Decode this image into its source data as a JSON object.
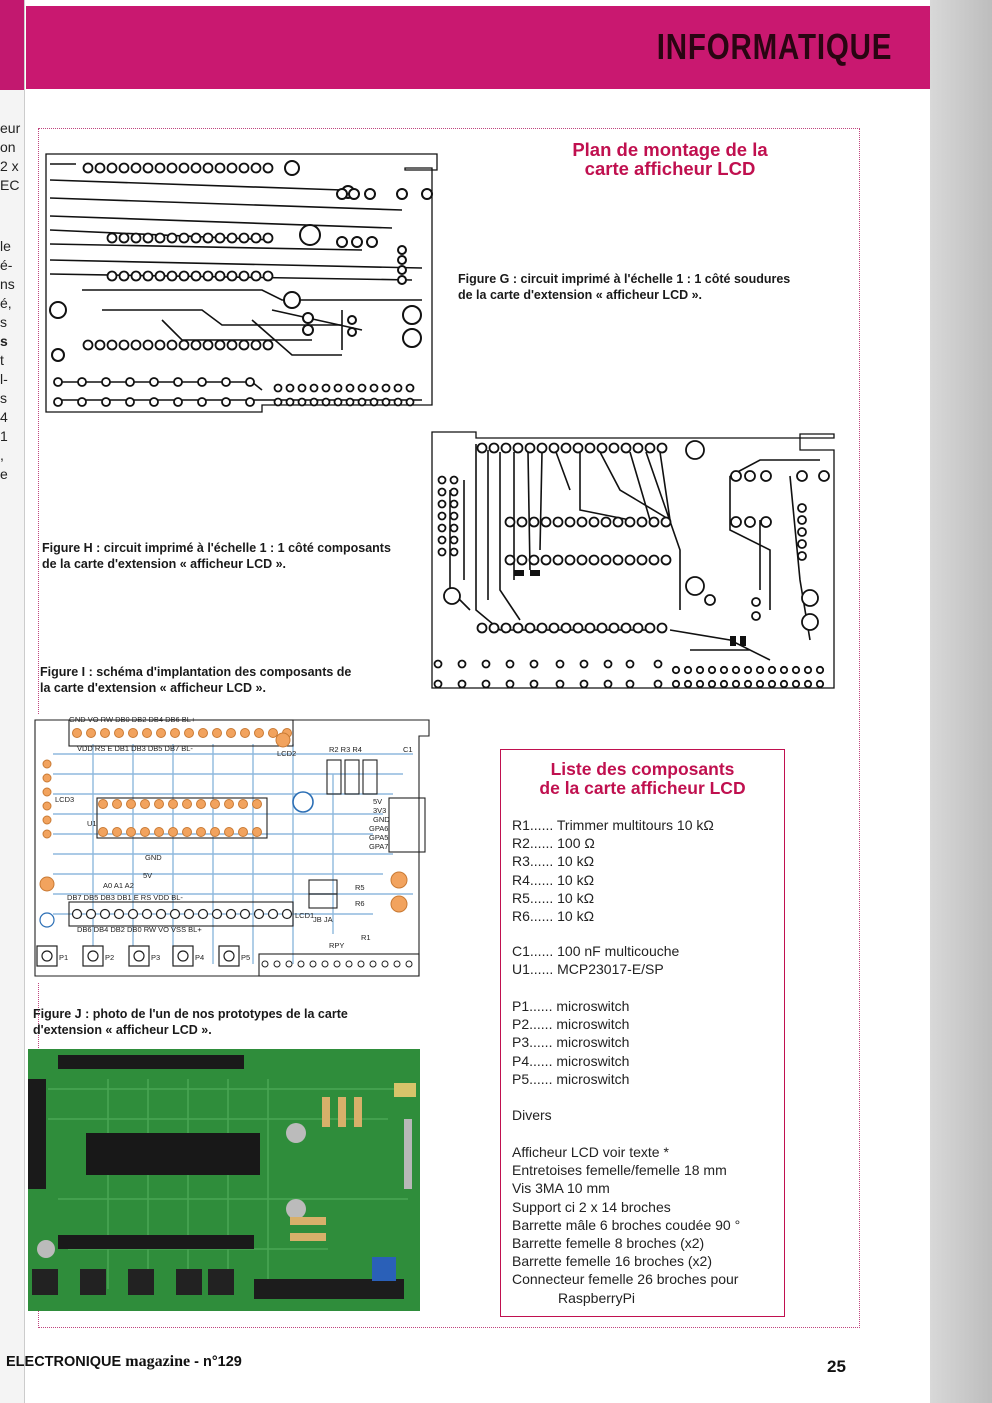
{
  "header": {
    "section": "INFORMATIQUE"
  },
  "left_fragments": [
    "eur",
    "on",
    "2 x",
    "EC",
    "",
    "le",
    "é-",
    "ns",
    "é,",
    "s",
    "s",
    "t",
    "l-",
    "s",
    "4",
    "1",
    ",",
    "e"
  ],
  "plan_title": {
    "line1": "Plan de montage de la",
    "line2": "carte afficheur LCD"
  },
  "figures": {
    "g": {
      "line1": "Figure G : circuit imprimé à l'échelle 1 : 1 côté soudures",
      "line2": "de la carte d'extension « afficheur LCD »."
    },
    "h": {
      "line1": "Figure H : circuit imprimé à l'échelle 1 : 1 côté composants",
      "line2": "de la carte d'extension « afficheur LCD »."
    },
    "i": {
      "line1": "Figure I : schéma d'implantation des composants de",
      "line2": "la carte d'extension « afficheur LCD »."
    },
    "j": {
      "line1": "Figure J : photo de l'un de nos prototypes de la carte",
      "line2": "d'extension « afficheur LCD »."
    }
  },
  "board_labels": {
    "top_row": "GND   VO    RW   DB0  DB2  DB4  DB6  BL+",
    "second_row": "VDD   RS    E    DB1  DB3  DB5  DB7  BL-",
    "bottom_row1": "DB7  DB5  DB3  DB1   E    RS   VDD  BL-",
    "bottom_row2": "DB6  DB4  DB2  DB0   RW   VO   VSS  BL+",
    "lcd1": "LCD1",
    "lcd2": "LCD2",
    "lcd3": "LCD3",
    "u1": "U1",
    "gnd": "GND",
    "addr": "A0  A1  A2",
    "v5": "5V",
    "gpio": [
      "5V",
      "3V3",
      "GND",
      "GPA6",
      "GPA5",
      "GPA7"
    ],
    "r_top": "R2  R3  R4",
    "c1": "C1",
    "r5": "R5",
    "r6": "R6",
    "jb_ja": "JB  JA",
    "rpy": "RPY",
    "r1": "R1",
    "switches": [
      "P1",
      "P2",
      "P3",
      "P4",
      "P5"
    ]
  },
  "component_list": {
    "title": {
      "line1": "Liste des composants",
      "line2": "de la carte afficheur LCD"
    },
    "resistors": [
      "R1...... Trimmer multitours 10 kΩ",
      "R2...... 100 Ω",
      "R3...... 10 kΩ",
      "R4...... 10 kΩ",
      "R5...... 10 kΩ",
      "R6...... 10 kΩ"
    ],
    "others": [
      "C1...... 100 nF multicouche",
      "U1...... MCP23017-E/SP"
    ],
    "switches": [
      "P1...... microswitch",
      "P2...... microswitch",
      "P3...... microswitch",
      "P4...... microswitch",
      "P5...... microswitch"
    ],
    "divers_label": "Divers",
    "divers": [
      "Afficheur LCD voir texte *",
      "Entretoises femelle/femelle 18 mm",
      "Vis 3MA 10 mm",
      "Support ci 2 x 14 broches",
      "Barrette mâle 6 broches coudée 90 °",
      "Barrette femelle 8 broches (x2)",
      "Barrette femelle 16 broches (x2)",
      "Connecteur femelle 26 broches pour",
      "RaspberryPi"
    ]
  },
  "footer": {
    "magazine_a": "ELECTRONIQUE",
    "magazine_b": "magazine",
    "issue": "- n°129",
    "page": "25"
  },
  "colors": {
    "magenta": "#c91870",
    "title_red": "#c0104f",
    "pcb_green": "#2f8d3b",
    "pad_orange": "#f2a35e",
    "trace_blue": "#7fb2d8"
  }
}
